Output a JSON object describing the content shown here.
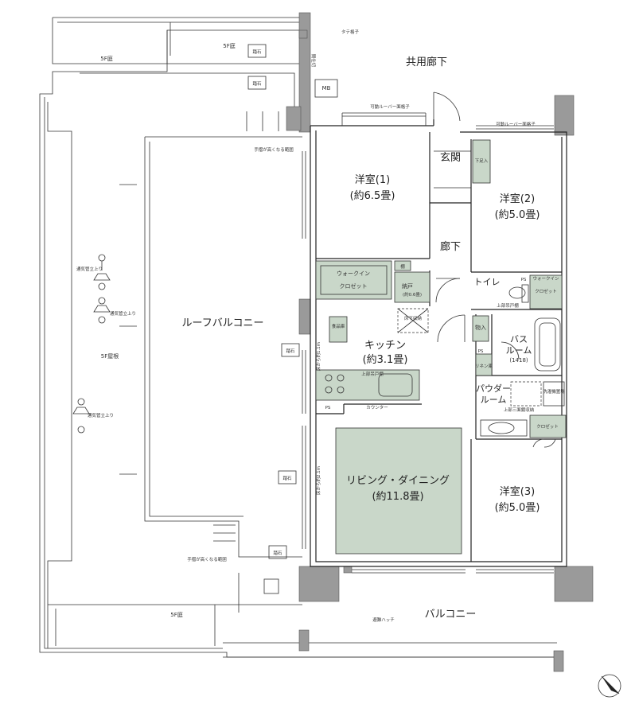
{
  "rooms": {
    "western1": "洋室(1)",
    "western1_size": "(約6.5畳)",
    "western2": "洋室(2)",
    "western2_size": "(約5.0畳)",
    "western3": "洋室(3)",
    "western3_size": "(約5.0畳)",
    "entrance": "玄関",
    "hallway": "廊下",
    "toilet": "トイレ",
    "kitchen": "キッチン",
    "kitchen_size": "(約3.1畳)",
    "living": "リビング・ダイニング",
    "living_size": "(約11.8畳)",
    "bath1": "バス",
    "bath2": "ルーム",
    "bath_size": "(1418)",
    "powder1": "パウダー",
    "powder2": "ルーム",
    "roof_balcony": "ルーフバルコニー",
    "balcony": "バルコニー",
    "common_corridor": "共用廊下",
    "garden_top": "5F庭",
    "garden_left": "5F庭",
    "garden_bottom": "5F庭",
    "roof_5f": "5F屋根"
  },
  "storage": {
    "wic_a": "ウォークイン",
    "wic_b": "クロゼット",
    "closet": "納戸",
    "closet_size": "(約0.6畳)",
    "shelf": "棚",
    "pantry": "食品庫",
    "shoe": "下足入",
    "wic2_a": "ウォークイン",
    "wic2_b": "クロゼット",
    "storage_room": "物入",
    "linen": "リネン庫",
    "closet3": "クロゼット"
  },
  "labels": {
    "mb": "MB",
    "ps": "PS",
    "counter": "カウンター",
    "stepping_stone": "踏石",
    "vent_pipe": "通気管立上り",
    "louver_grille_top": "可動ルーバー面格子",
    "louver_grille_right": "可動ルーバー面格子",
    "ladder": "タテ格子",
    "handrail_low_1": "手摺が高くなる範囲",
    "handrail_low_2": "手摺が高くなる範囲",
    "hatch": "避難ハッチ",
    "washer": "洗濯機置場",
    "floor_storage": "床下収納",
    "upper_cabinet": "上部吊戸棚",
    "upper_shelf": "上部三面鏡収納",
    "dim_kitchen": "床から約1.1m",
    "dim_living": "床から約2.1m",
    "partition": "間仕切"
  }
}
